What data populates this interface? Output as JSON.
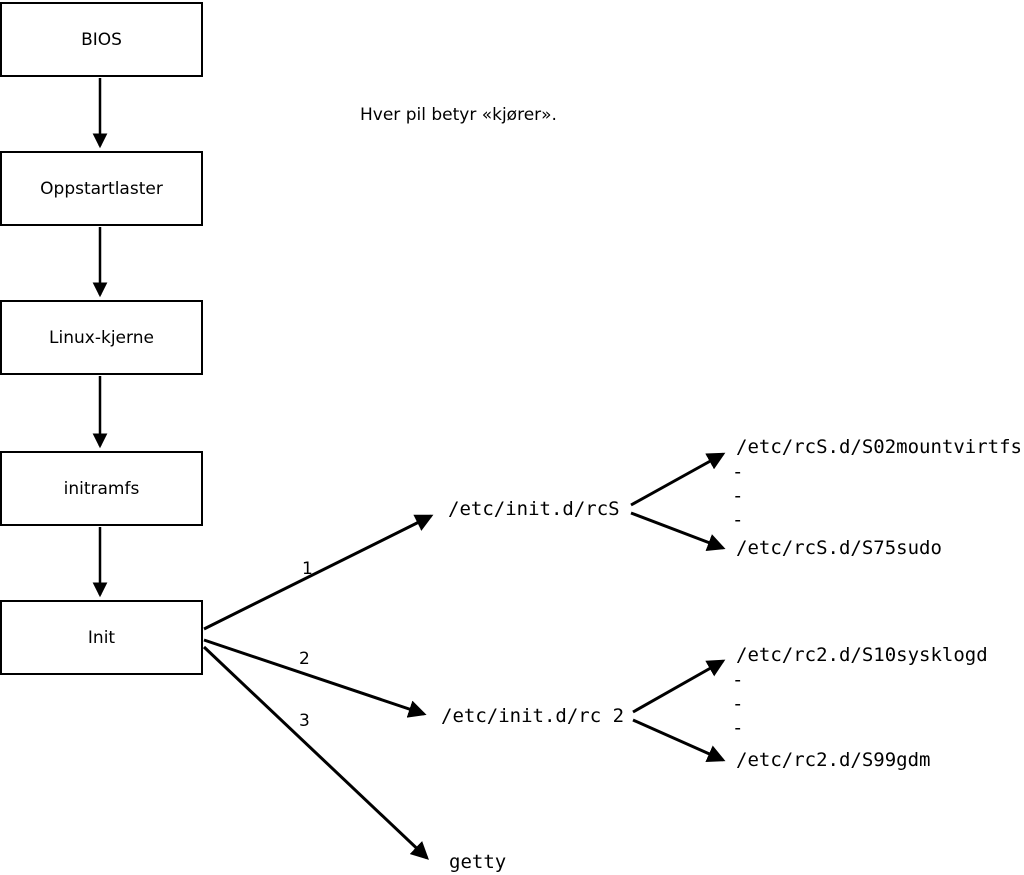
{
  "colors": {
    "foreground": "#000000",
    "background": "#ffffff"
  },
  "caption": "Hver pil betyr «kjører».",
  "boxes": {
    "bios": "BIOS",
    "bootloader": "Oppstartlaster",
    "kernel": "Linux-kjerne",
    "initramfs": "initramfs",
    "init": "Init"
  },
  "arrow_labels": {
    "one": "1",
    "two": "2",
    "three": "3"
  },
  "targets": {
    "rcs": "/etc/init.d/rcS",
    "rc2": "/etc/init.d/rc 2",
    "getty": "getty"
  },
  "scripts": {
    "rcs_first": "/etc/rcS.d/S02mountvirtfs",
    "rcs_ellipsis": [
      "-",
      "-",
      "-"
    ],
    "rcs_last": "/etc/rcS.d/S75sudo",
    "rc2_first": "/etc/rc2.d/S10sysklogd",
    "rc2_ellipsis": [
      "-",
      "-",
      "-"
    ],
    "rc2_last": "/etc/rc2.d/S99gdm"
  }
}
